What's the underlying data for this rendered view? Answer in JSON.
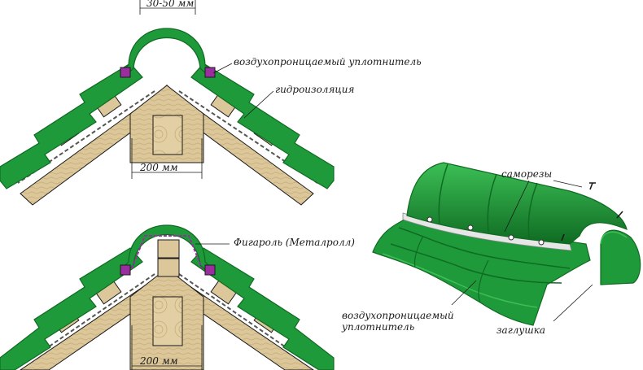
{
  "colors": {
    "metal": "#1f9a3a",
    "metal_dark": "#0f6b22",
    "metal_light": "#3cbf56",
    "wood": "#dcc79a",
    "wood_dark": "#b89a62",
    "seal": "#9a2ea0",
    "line": "#1a1a1a"
  },
  "labels": {
    "gap_top": "30-50 мм",
    "seal_top": "воздухопроницаемый уплотнитель",
    "waterproofing": "гидроизоляция",
    "width_top": "200 мм",
    "figaroll": "Фигароль (Металролл)",
    "width_bottom": "200 мм",
    "screws": "саморезы",
    "seal_right_line1": "воздухопроницаемый",
    "seal_right_line2": "уплотнитель",
    "end_cap": "заглушка"
  }
}
